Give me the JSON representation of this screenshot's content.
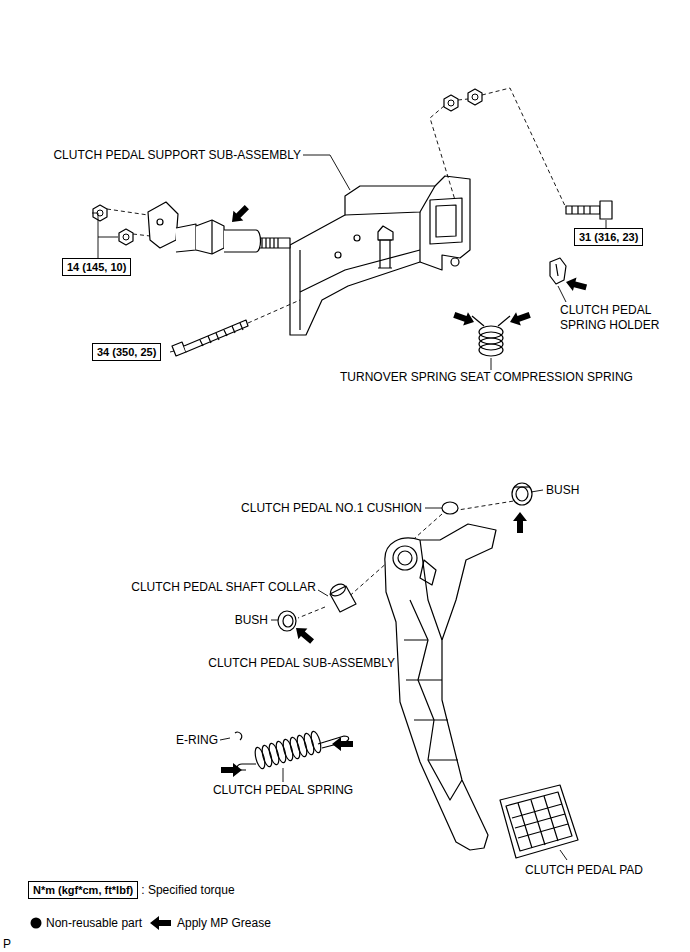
{
  "diagram": {
    "nodes": [
      {
        "text": [
          "31 (316, 23)"
        ]
      },
      {
        "text": [
          "14 (145, 10)"
        ]
      },
      {
        "text": [
          "34 (350, 25)"
        ]
      },
      {
        "text": [
          "N*m (kgf*cm, ft*lbf)"
        ]
      }
    ],
    "labels": [
      "CLUTCH PEDAL SUPPORT SUB-ASSEMBLY",
      "CLUTCH PEDAL SPRING HOLDER",
      "TURNOVER SPRING SEAT COMPRESSION SPRING",
      "BUSH",
      "CLUTCH PEDAL NO.1 CUSHION",
      "CLUTCH PEDAL SHAFT COLLAR",
      "BUSH",
      "CLUTCH PEDAL SUB-ASSEMBLY",
      "E-RING",
      "CLUTCH PEDAL SPRING",
      "CLUTCH PEDAL PAD",
      "P"
    ],
    "legend": [
      {
        "text": ": Specified torque"
      },
      {
        "text": "Non-reusable part"
      },
      {
        "text": "Apply MP Grease"
      }
    ]
  }
}
